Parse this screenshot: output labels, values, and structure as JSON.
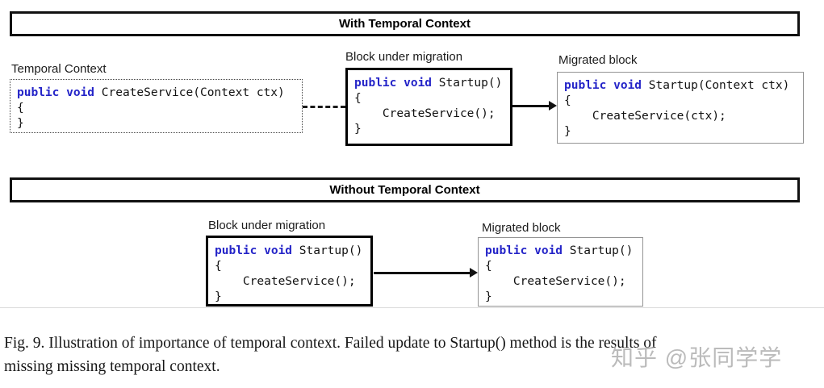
{
  "colors": {
    "keyword_blue": "#2424c8",
    "thick_border": "#000000",
    "thin_border": "#949494",
    "watermark_gray": "#919191"
  },
  "panels": {
    "with_context": {
      "title": "With Temporal Context",
      "temporal_context": {
        "label": "Temporal Context",
        "code": [
          {
            "kw": "public void",
            "rest": " CreateService(Context ctx)"
          },
          {
            "kw": "",
            "rest": "{"
          },
          {
            "kw": "",
            "rest": "}"
          }
        ]
      },
      "block_under_migration": {
        "label": "Block under migration",
        "code": [
          {
            "kw": "public void",
            "rest": " Startup()"
          },
          {
            "kw": "",
            "rest": "{"
          },
          {
            "kw": "",
            "rest": "    CreateService();"
          },
          {
            "kw": "",
            "rest": "}"
          }
        ]
      },
      "migrated_block": {
        "label": "Migrated block",
        "code": [
          {
            "kw": "public void",
            "rest": " Startup(Context ctx)"
          },
          {
            "kw": "",
            "rest": "{"
          },
          {
            "kw": "",
            "rest": "    CreateService(ctx);"
          },
          {
            "kw": "",
            "rest": "}"
          }
        ]
      }
    },
    "without_context": {
      "title": "Without Temporal Context",
      "block_under_migration": {
        "label": "Block under migration",
        "code": [
          {
            "kw": "public void",
            "rest": " Startup()"
          },
          {
            "kw": "",
            "rest": "{"
          },
          {
            "kw": "",
            "rest": "    CreateService();"
          },
          {
            "kw": "",
            "rest": "}"
          }
        ]
      },
      "migrated_block": {
        "label": "Migrated block",
        "code": [
          {
            "kw": "public void",
            "rest": " Startup()"
          },
          {
            "kw": "",
            "rest": "{"
          },
          {
            "kw": "",
            "rest": "    CreateService();"
          },
          {
            "kw": "",
            "rest": "}"
          }
        ]
      }
    }
  },
  "caption": {
    "line1": "Fig. 9.  Illustration of importance of temporal context. Failed update to Startup() method is the results of",
    "line2": "missing missing temporal context."
  },
  "watermark": "知乎 @张同学学"
}
